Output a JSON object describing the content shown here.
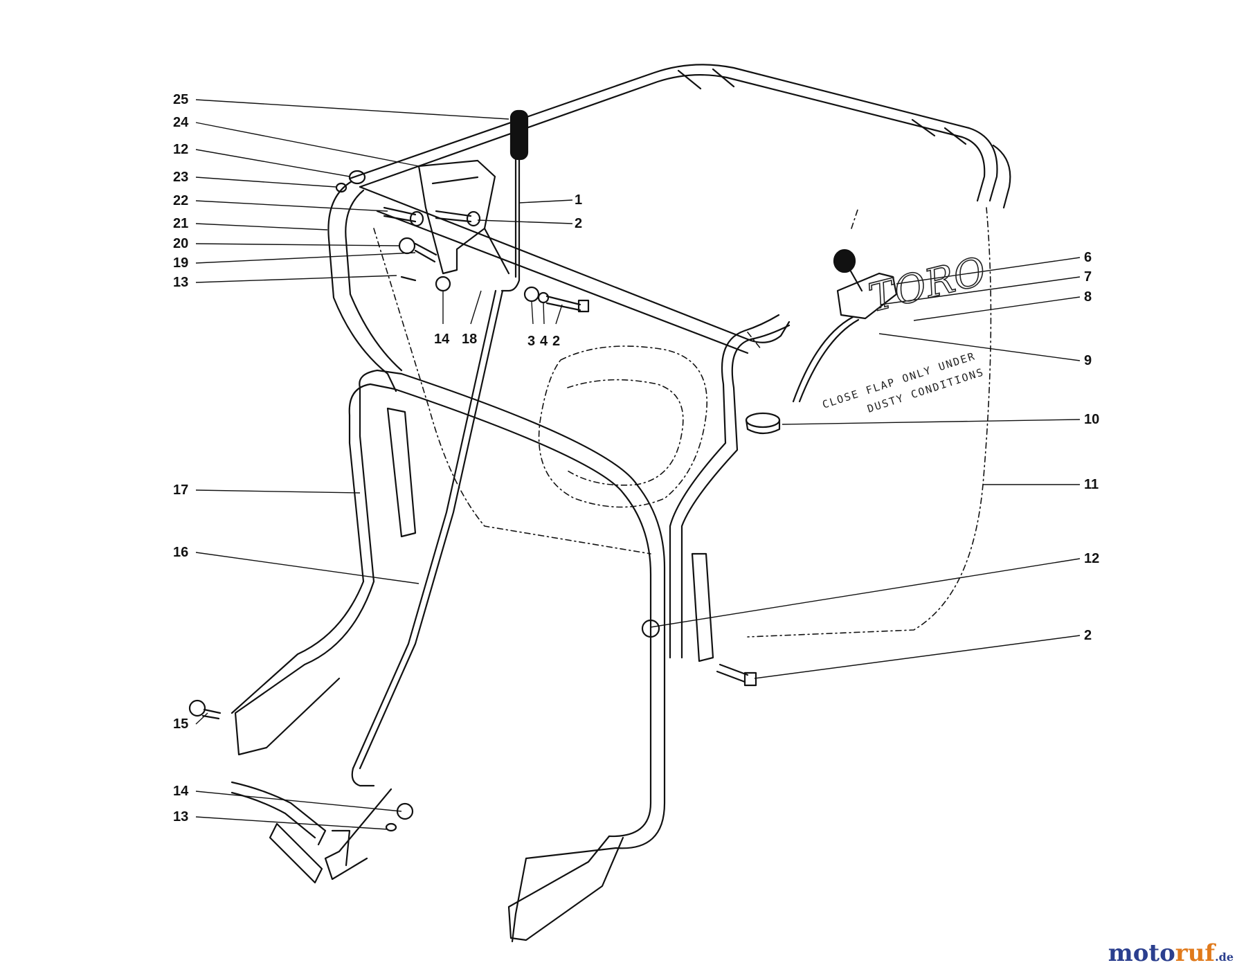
{
  "callouts": {
    "c25": "25",
    "c24": "24",
    "c12a": "12",
    "c23": "23",
    "c22": "22",
    "c21": "21",
    "c20": "20",
    "c19": "19",
    "c13a": "13",
    "c14a": "14",
    "c18": "18",
    "c3": "3",
    "c4": "4",
    "c2a": "2",
    "c1": "1",
    "c2b": "2",
    "c6": "6",
    "c7": "7",
    "c8": "8",
    "c9": "9",
    "c10": "10",
    "c11": "11",
    "c17": "17",
    "c16": "16",
    "c12b": "12",
    "c2c": "2",
    "c15": "15",
    "c14b": "14",
    "c13b": "13"
  },
  "bag": {
    "brand": "TORO",
    "note_line1": "CLOSE FLAP ONLY UNDER",
    "note_line2": "DUSTY CONDITIONS"
  },
  "watermark": {
    "part1": "moto",
    "part2": "ruf",
    "part3": ".de"
  },
  "colors": {
    "ink": "#111111",
    "paper": "#ffffff",
    "watermark_blue": "#2b3f8e",
    "watermark_orange": "#e07a1c"
  }
}
